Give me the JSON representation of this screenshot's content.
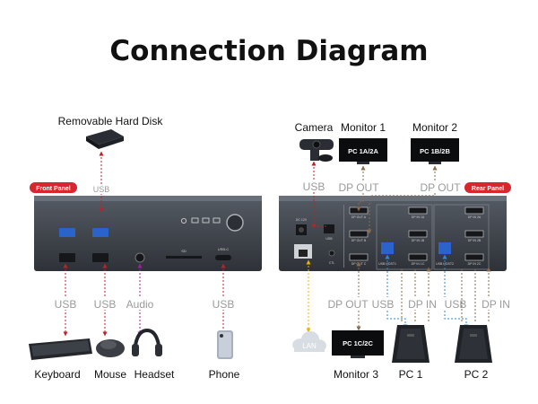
{
  "title": "Connection Diagram",
  "labels": {
    "removable_hard_disk": "Removable Hard Disk",
    "camera": "Camera",
    "monitor1": "Monitor 1",
    "monitor2": "Monitor 2",
    "monitor3": "Monitor 3",
    "keyboard": "Keyboard",
    "mouse": "Mouse",
    "headset": "Headset",
    "phone": "Phone",
    "pc1": "PC 1",
    "pc2": "PC 2",
    "lan": "LAN"
  },
  "badges": {
    "front_panel": "Front Panel",
    "rear_panel": "Rear Panel"
  },
  "screens": {
    "monitor1": "PC 1A/2A",
    "monitor2": "PC 1B/2B",
    "monitor3": "PC 1C/2C"
  },
  "cable_labels": {
    "hdd_usb": "USB",
    "kb_usb": "USB",
    "mouse_usb": "USB",
    "audio": "Audio",
    "phone_usb": "USB",
    "camera_usb": "USB",
    "dp_out_top_left": "DP OUT",
    "dp_out_top_right": "DP OUT",
    "dp_out_bottom": "DP OUT",
    "pc1_usb": "USB",
    "pc1_dp_in": "DP IN",
    "pc2_usb": "USB",
    "pc2_dp_in": "DP IN"
  },
  "port_labels": {
    "dp_out_a": "DP OUT A",
    "dp_out_b": "DP OUT B",
    "dp_out_c": "DP OUT C",
    "pc1_dp_in_1a": "DP IN 1A",
    "pc1_dp_in_1b": "DP IN 1B",
    "pc1_dp_in_1c": "DP IN 1C",
    "pc2_dp_in_2a": "DP IN 2A",
    "pc2_dp_in_2b": "DP IN 2B",
    "pc2_dp_in_2c": "DP IN 2C",
    "usb_host_1": "USB HOST1",
    "usb_host_2": "USB HOST2",
    "usb_rear": "USB",
    "dc_in": "DC 12V",
    "ctl": "CTL",
    "sd": "SD",
    "phone_port": "USB-C"
  },
  "colors": {
    "usb_line": "#c0202a",
    "audio_line": "#a01f9a",
    "lan_line": "#e8b400",
    "dp_line": "#8a6a4a",
    "usb_host_line": "#2a8ad8",
    "badge_bg": "#d7262e",
    "device_body": "#3a3f47",
    "label_gray": "#9a9a9a"
  }
}
